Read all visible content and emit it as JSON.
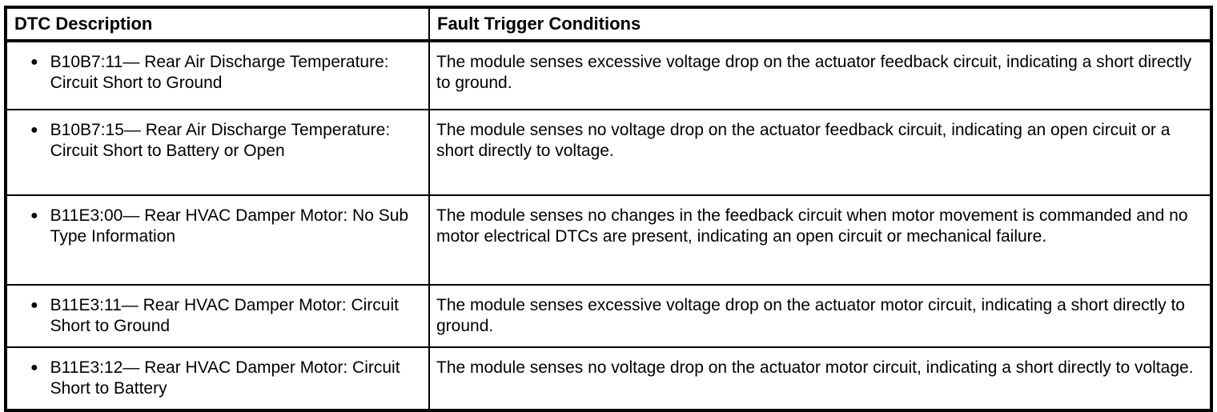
{
  "icons": {
    "bullet": "●"
  },
  "table": {
    "header": {
      "dtc": "DTC Description",
      "fault": "Fault Trigger Conditions"
    },
    "rows": [
      {
        "dtc": "B10B7:11— Rear Air Discharge Temperature: Circuit Short to Ground",
        "fault": "The module senses excessive voltage drop on the actuator feedback circuit, indicating a short directly to ground."
      },
      {
        "dtc": "B10B7:15— Rear Air Discharge Temperature: Circuit Short to Battery or Open",
        "fault": "The module senses no voltage drop on the actuator feedback circuit, indicating an open circuit or a short directly to voltage."
      },
      {
        "dtc": "B11E3:00— Rear HVAC Damper Motor: No Sub Type Information",
        "fault": "The module senses no changes in the feedback circuit when motor movement is commanded and no motor electrical DTCs are present, indicating an open circuit or mechanical failure."
      },
      {
        "dtc": "B11E3:11— Rear HVAC Damper Motor: Circuit Short to Ground",
        "fault": "The module senses excessive voltage drop on the actuator motor circuit, indicating a short directly to ground."
      },
      {
        "dtc": "B11E3:12— Rear HVAC Damper Motor: Circuit Short to Battery",
        "fault": "The module senses no voltage drop on the actuator motor circuit, indicating a short directly to voltage."
      }
    ]
  }
}
